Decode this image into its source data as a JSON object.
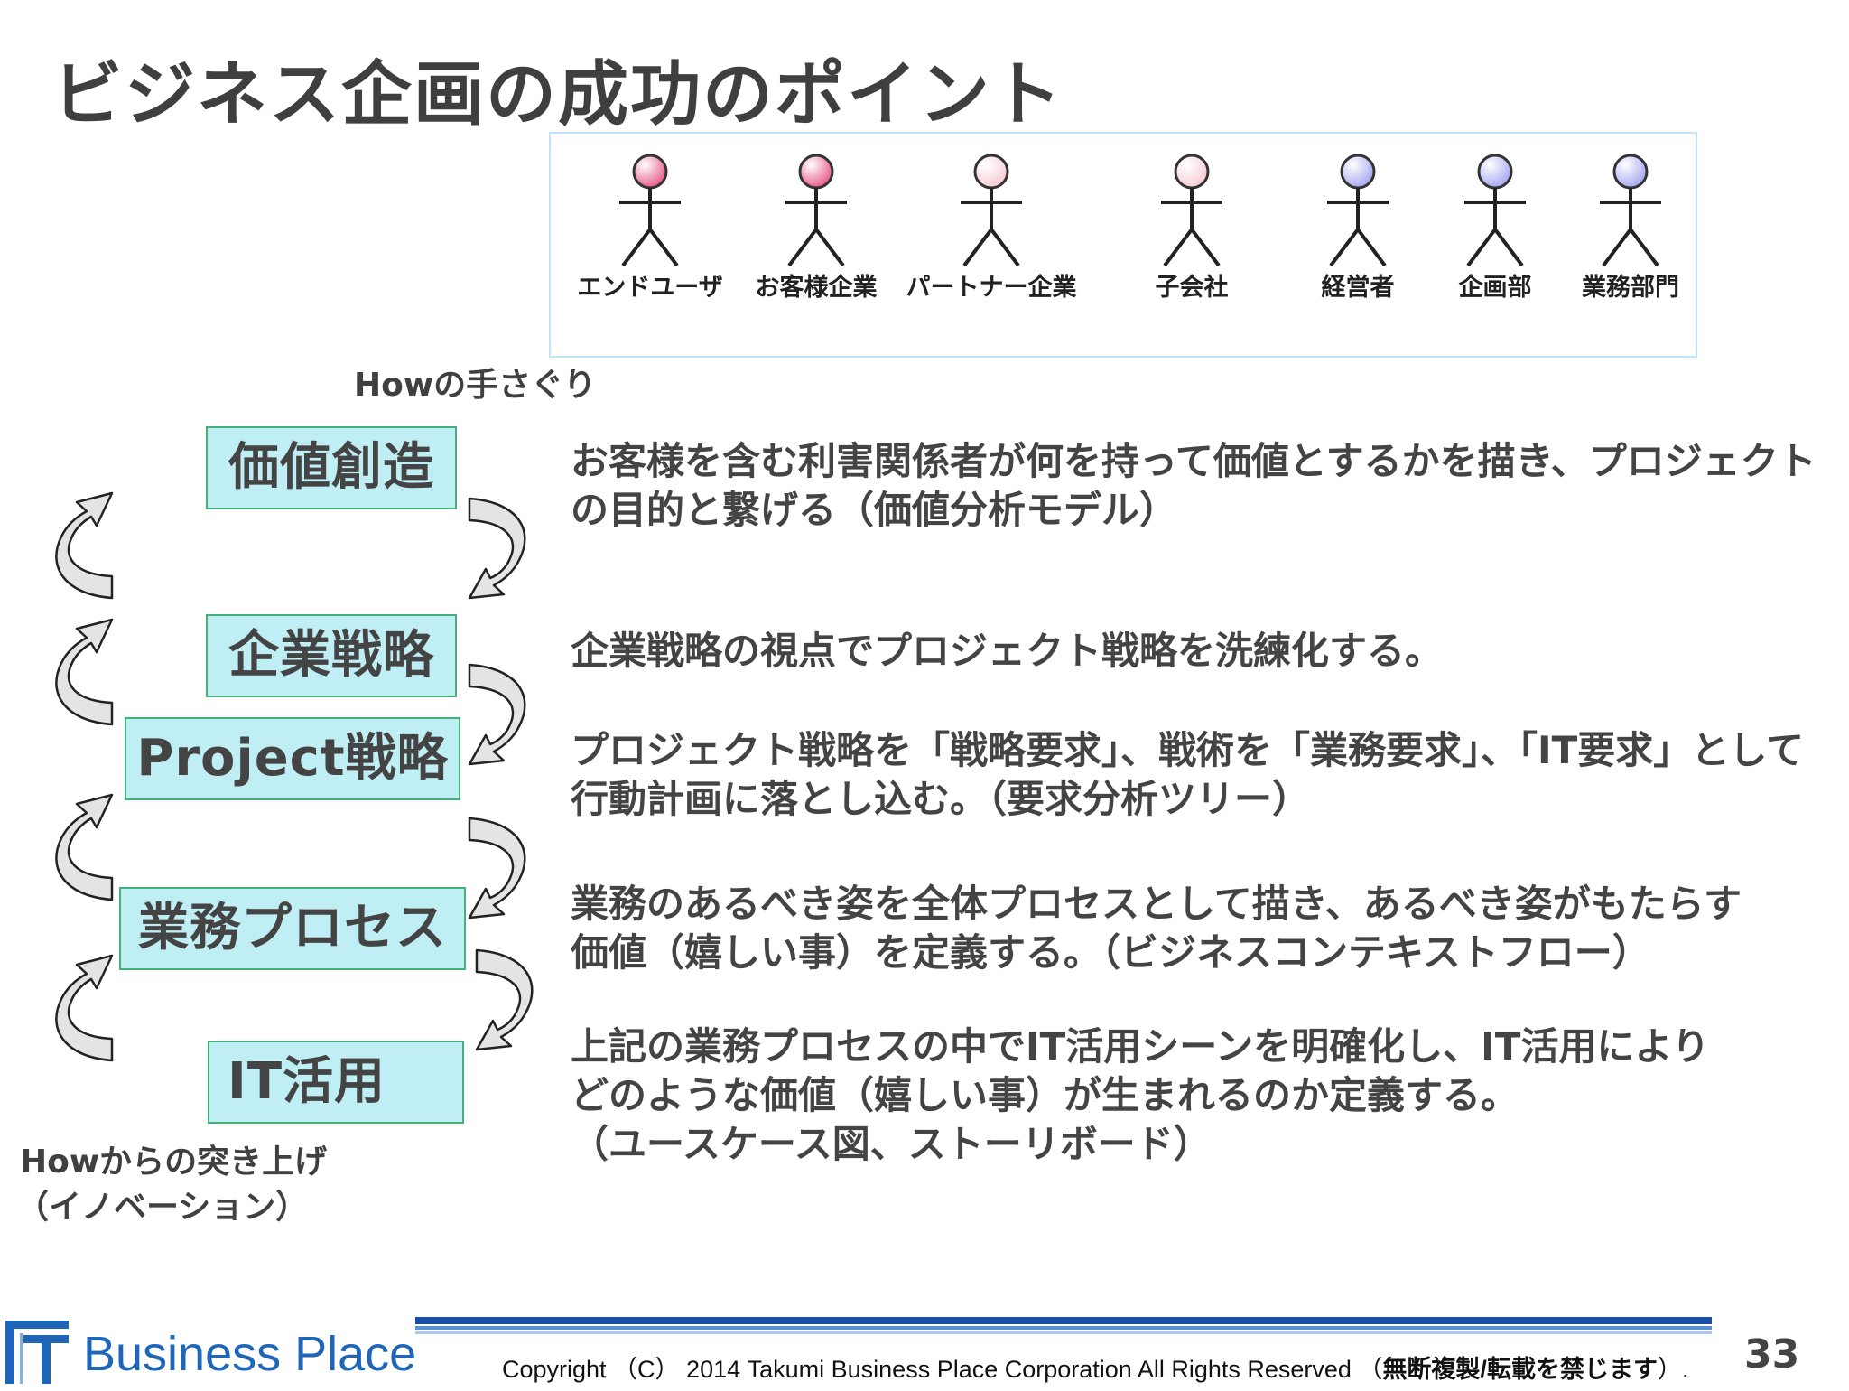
{
  "title": "ビジネス企画の成功のポイント",
  "stakeholders": [
    {
      "label": "エンドユーザ",
      "head_color": "#e8608c"
    },
    {
      "label": "お客様企業",
      "head_color": "#e8608c"
    },
    {
      "label": "パートナー企業",
      "head_color": "#f7cdd6"
    },
    {
      "label": "子会社",
      "head_color": "#f7cdd6"
    },
    {
      "label": "経営者",
      "head_color": "#aaaaf2"
    },
    {
      "label": "企画部",
      "head_color": "#aaaaf2"
    },
    {
      "label": "業務部門",
      "head_color": "#aaaaf2"
    }
  ],
  "how_top": "Howの手さぐり",
  "how_bottom": [
    "Howからの突き上げ",
    "（イノベーション）"
  ],
  "levels": [
    {
      "label": "価値創造",
      "desc": [
        "お客様を含む利害関係者が何を持って価値とするかを描き、プロジェクト",
        "の目的と繋げる（価値分析モデル）"
      ]
    },
    {
      "label": "企業戦略",
      "desc": [
        "企業戦略の視点でプロジェクト戦略を洗練化する。"
      ]
    },
    {
      "label": "Project戦略",
      "desc": [
        "プロジェクト戦略を「戦略要求」、戦術を「業務要求」、「IT要求」として",
        "行動計画に落とし込む。（要求分析ツリー）"
      ]
    },
    {
      "label": "業務プロセス",
      "desc": [
        "業務のあるべき姿を全体プロセスとして描き、あるべき姿がもたらす",
        "価値（嬉しい事）を定義する。（ビジネスコンテキストフロー）"
      ]
    },
    {
      "label": "IT活用",
      "desc": [
        "上記の業務プロセスの中でIT活用シーンを明確化し、IT活用により",
        "どのような価値（嬉しい事）が生まれるのか定義する。",
        "（ユースケース図、ストーリボード）"
      ]
    }
  ],
  "footer": {
    "logo_text": "Business Place",
    "copyright_main": "Copyright （C） 2014 Takumi Business Place Corporation All Rights Reserved （",
    "copyright_bold": "無断複製/転載を禁じます",
    "copyright_end": "）.",
    "page_number": "33"
  },
  "colors": {
    "level_fill": "#bfeef4",
    "level_border": "#46b07a",
    "logo_blue": "#1f66b6"
  }
}
